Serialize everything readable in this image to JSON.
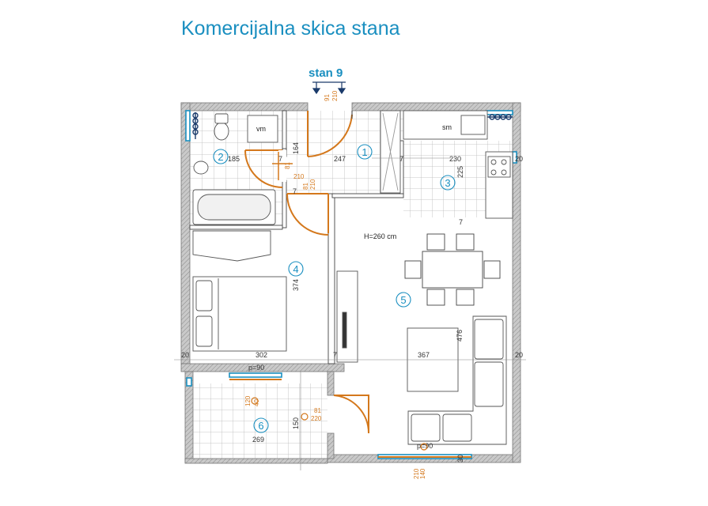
{
  "title": "Komercijalna skica stana",
  "unit_label": "stan 9",
  "ceiling_height": "H=260 cm",
  "rooms": [
    {
      "number": "1"
    },
    {
      "number": "2"
    },
    {
      "number": "3"
    },
    {
      "number": "4"
    },
    {
      "number": "5"
    },
    {
      "number": "6"
    }
  ],
  "fixtures": {
    "vm": "vm",
    "sm": "sm"
  },
  "dimensions": {
    "d185": "185",
    "d247": "247",
    "d164": "164",
    "d230": "230",
    "d225": "225",
    "d374": "374",
    "d302": "302",
    "d367": "367",
    "d476": "476",
    "d269": "269",
    "d150": "150",
    "d7a": "7",
    "d7b": "7",
    "d7c": "7",
    "d7d": "7",
    "d7e": "7",
    "d20a": "20",
    "d20b": "20",
    "d20c": "20",
    "d30": "30"
  },
  "door_dims": {
    "entry_w": "91",
    "entry_h": "210",
    "bath_w": "81",
    "bath_h": "210",
    "bed_w": "81",
    "bed_h": "210",
    "balc_w": "81",
    "balc_h": "220",
    "bottom_w": "140",
    "bottom_h": "210"
  },
  "window_labels": {
    "balcony": "p=90",
    "living": "p=90",
    "balcony_sill_a": "120",
    "balcony_sill_b": "40"
  },
  "colors": {
    "accent": "#1a8fc0",
    "wall": "#9a9a9a",
    "door": "#d4781c",
    "window": "#1a8fc0"
  }
}
